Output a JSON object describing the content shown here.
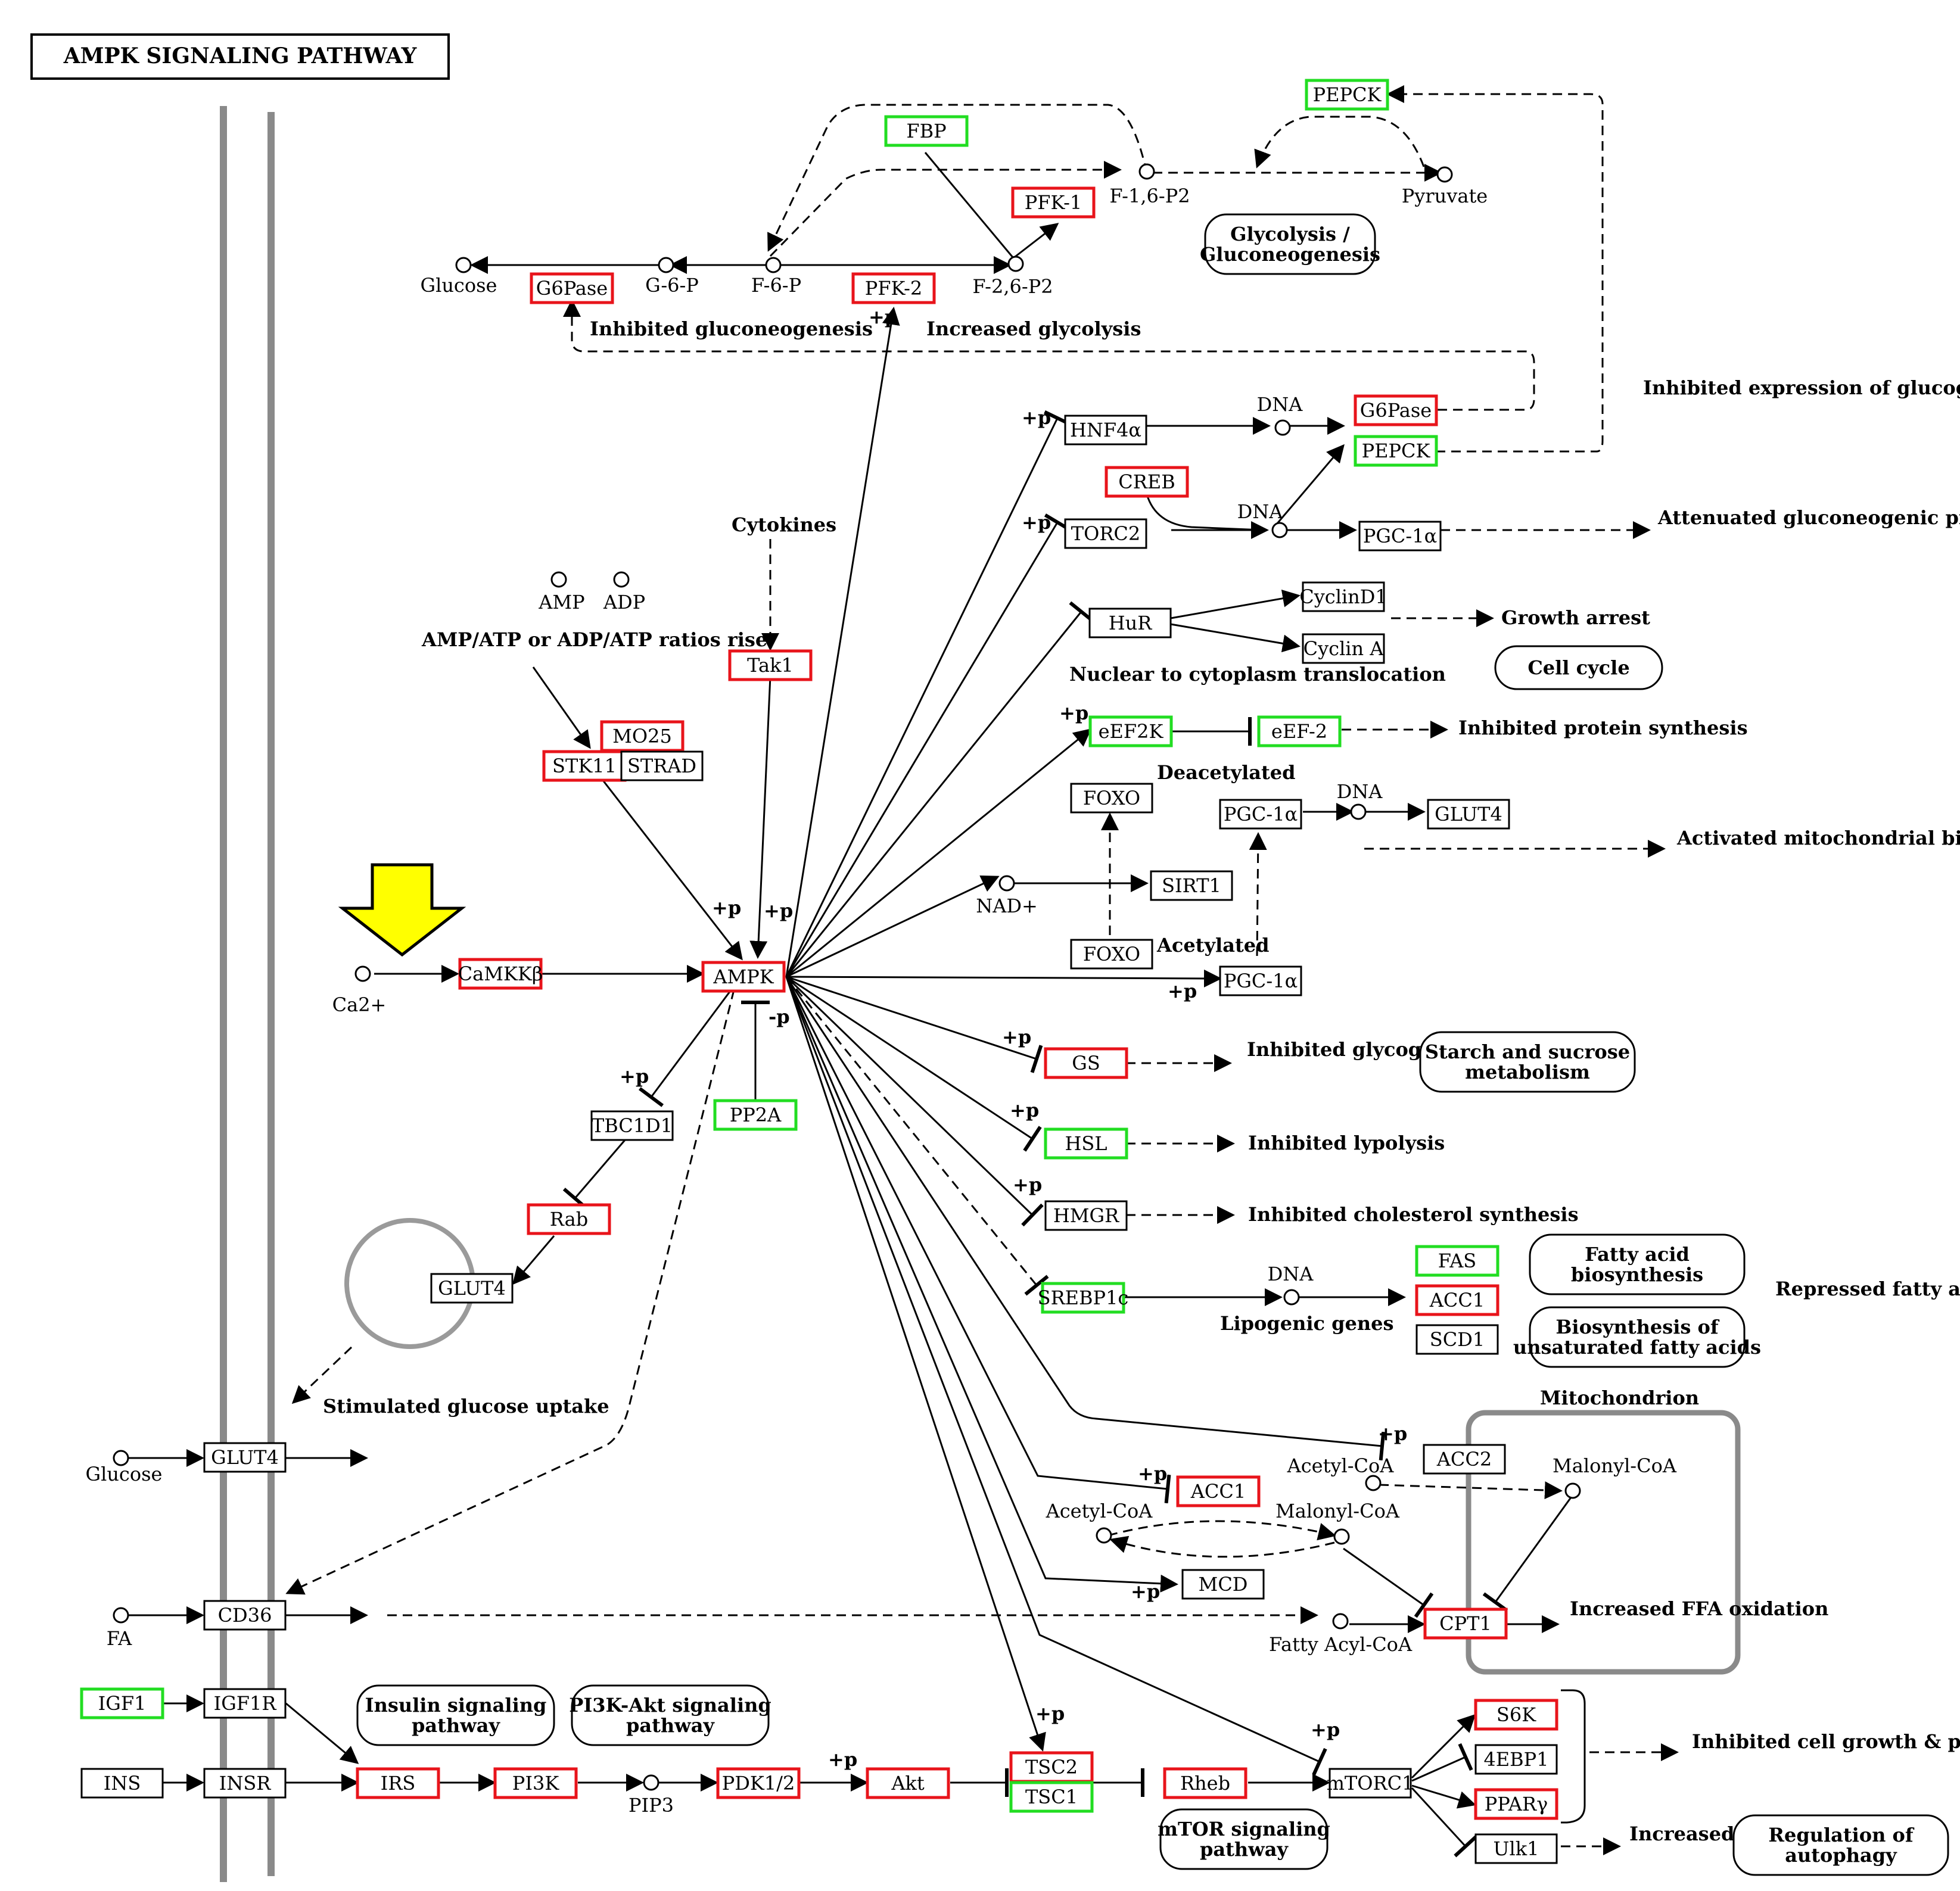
{
  "title": "AMPK SIGNALING PATHWAY",
  "colors": {
    "up": "#e8141b",
    "down": "#22dd22",
    "none": "#000000",
    "arrow": "#ffff00",
    "membrane": "#8a8a8a"
  },
  "genes": [
    {
      "id": "pepck1",
      "label": "PEPCK",
      "status": "down"
    },
    {
      "id": "fbp",
      "label": "FBP",
      "status": "down"
    },
    {
      "id": "pfk1",
      "label": "PFK-1",
      "status": "up"
    },
    {
      "id": "g6pase1",
      "label": "G6Pase",
      "status": "up"
    },
    {
      "id": "pfk2",
      "label": "PFK-2",
      "status": "up"
    },
    {
      "id": "hnf4",
      "label": "HNF4α",
      "status": "none"
    },
    {
      "id": "g6pase2",
      "label": "G6Pase",
      "status": "up"
    },
    {
      "id": "pepck2",
      "label": "PEPCK",
      "status": "down"
    },
    {
      "id": "creb",
      "label": "CREB",
      "status": "up"
    },
    {
      "id": "torc2",
      "label": "TORC2",
      "status": "none"
    },
    {
      "id": "pgc1",
      "label": "PGC-1α",
      "status": "none"
    },
    {
      "id": "hur",
      "label": "HuR",
      "status": "none"
    },
    {
      "id": "cycd1",
      "label": "CyclinD1",
      "status": "none"
    },
    {
      "id": "cyca",
      "label": "Cyclin A",
      "status": "none"
    },
    {
      "id": "eef2k",
      "label": "eEF2K",
      "status": "down"
    },
    {
      "id": "eef2",
      "label": "eEF-2",
      "status": "down"
    },
    {
      "id": "foxo1",
      "label": "FOXO",
      "status": "none"
    },
    {
      "id": "pgc2",
      "label": "PGC-1α",
      "status": "none"
    },
    {
      "id": "glut4b",
      "label": "GLUT4",
      "status": "none"
    },
    {
      "id": "sirt1",
      "label": "SIRT1",
      "status": "none"
    },
    {
      "id": "foxo2",
      "label": "FOXO",
      "status": "none"
    },
    {
      "id": "pgc3",
      "label": "PGC-1α",
      "status": "none"
    },
    {
      "id": "tak1",
      "label": "Tak1",
      "status": "up"
    },
    {
      "id": "mo25",
      "label": "MO25",
      "status": "up"
    },
    {
      "id": "stk11",
      "label": "STK11",
      "status": "up"
    },
    {
      "id": "strad",
      "label": "STRAD",
      "status": "none"
    },
    {
      "id": "camkk",
      "label": "CaMKKβ",
      "status": "up"
    },
    {
      "id": "ampk",
      "label": "AMPK",
      "status": "up"
    },
    {
      "id": "pp2a",
      "label": "PP2A",
      "status": "down"
    },
    {
      "id": "tbc",
      "label": "TBC1D1",
      "status": "none"
    },
    {
      "id": "rab",
      "label": "Rab",
      "status": "up"
    },
    {
      "id": "glut4v",
      "label": "GLUT4",
      "status": "none"
    },
    {
      "id": "gs",
      "label": "GS",
      "status": "up"
    },
    {
      "id": "hsl",
      "label": "HSL",
      "status": "down"
    },
    {
      "id": "hmgr",
      "label": "HMGR",
      "status": "none"
    },
    {
      "id": "srebp",
      "label": "SREBP1c",
      "status": "down"
    },
    {
      "id": "fas",
      "label": "FAS",
      "status": "down"
    },
    {
      "id": "acc1a",
      "label": "ACC1",
      "status": "up"
    },
    {
      "id": "scd1",
      "label": "SCD1",
      "status": "none"
    },
    {
      "id": "acc2",
      "label": "ACC2",
      "status": "none"
    },
    {
      "id": "acc1b",
      "label": "ACC1",
      "status": "up"
    },
    {
      "id": "mcd",
      "label": "MCD",
      "status": "none"
    },
    {
      "id": "cpt1",
      "label": "CPT1",
      "status": "up"
    },
    {
      "id": "glut4m",
      "label": "GLUT4",
      "status": "none"
    },
    {
      "id": "cd36",
      "label": "CD36",
      "status": "none"
    },
    {
      "id": "igf1",
      "label": "IGF1",
      "status": "down"
    },
    {
      "id": "igf1r",
      "label": "IGF1R",
      "status": "none"
    },
    {
      "id": "ins",
      "label": "INS",
      "status": "none"
    },
    {
      "id": "insr",
      "label": "INSR",
      "status": "none"
    },
    {
      "id": "irs",
      "label": "IRS",
      "status": "up"
    },
    {
      "id": "pi3k",
      "label": "PI3K",
      "status": "up"
    },
    {
      "id": "pdk",
      "label": "PDK1/2",
      "status": "up"
    },
    {
      "id": "akt",
      "label": "Akt",
      "status": "up"
    },
    {
      "id": "tsc2",
      "label": "TSC2",
      "status": "up"
    },
    {
      "id": "tsc1",
      "label": "TSC1",
      "status": "down"
    },
    {
      "id": "rheb",
      "label": "Rheb",
      "status": "up"
    },
    {
      "id": "mtorc1",
      "label": "mTORC1",
      "status": "none"
    },
    {
      "id": "s6k",
      "label": "S6K",
      "status": "up"
    },
    {
      "id": "4ebp1",
      "label": "4EBP1",
      "status": "none"
    },
    {
      "id": "ppar",
      "label": "PPARγ",
      "status": "up"
    },
    {
      "id": "ulk1",
      "label": "Ulk1",
      "status": "none"
    }
  ],
  "compounds": [
    {
      "id": "f16p2",
      "label": "F-1,6-P2"
    },
    {
      "id": "pyr",
      "label": "Pyruvate"
    },
    {
      "id": "glc1",
      "label": "Glucose"
    },
    {
      "id": "g6p",
      "label": "G-6-P"
    },
    {
      "id": "f6p",
      "label": "F-6-P"
    },
    {
      "id": "f26p2",
      "label": "F-2,6-P2"
    },
    {
      "id": "dna1",
      "label": "DNA"
    },
    {
      "id": "dna2",
      "label": "DNA"
    },
    {
      "id": "dna3",
      "label": "DNA"
    },
    {
      "id": "dna4",
      "label": "DNA"
    },
    {
      "id": "amp",
      "label": "AMP"
    },
    {
      "id": "adp",
      "label": "ADP"
    },
    {
      "id": "nad",
      "label": "NAD+"
    },
    {
      "id": "ca",
      "label": "Ca2+"
    },
    {
      "id": "acoa1",
      "label": "Acetyl-CoA"
    },
    {
      "id": "mcoa1",
      "label": "Malonyl-CoA"
    },
    {
      "id": "acoa2",
      "label": "Acetyl-CoA"
    },
    {
      "id": "mcoa2",
      "label": "Malonyl-CoA"
    },
    {
      "id": "faco",
      "label": "Fatty Acyl-CoA"
    },
    {
      "id": "glc2",
      "label": "Glucose"
    },
    {
      "id": "fa",
      "label": "FA"
    },
    {
      "id": "pip3",
      "label": "PIP3"
    }
  ],
  "pathways": [
    {
      "id": "glyco",
      "label": "Glycolysis / Gluconeogenesis"
    },
    {
      "id": "cellcycle",
      "label": "Cell cycle"
    },
    {
      "id": "starch",
      "label": "Starch and sucrose metabolism"
    },
    {
      "id": "fabio",
      "label": "Fatty acid biosynthesis"
    },
    {
      "id": "unsat",
      "label": "Biosynthesis of unsaturated fatty acids"
    },
    {
      "id": "insulin",
      "label": "Insulin signaling pathway"
    },
    {
      "id": "pi3kakt",
      "label": "PI3K-Akt signaling pathway"
    },
    {
      "id": "mtor",
      "label": "mTOR signaling pathway"
    },
    {
      "id": "autoph",
      "label": "Regulation of autophagy"
    }
  ],
  "notes": {
    "inhib_gluco": "Inhibited gluconeogenesis",
    "incr_glyco": "Increased glycolysis",
    "inhib_expr": "Inhibited expression of glucogenic genes",
    "atten_gluco": "Attenuated gluconeogenic programme",
    "growth_arrest": "Growth arrest",
    "nuc_cyto": "Nuclear to cytoplasm translocation",
    "inhib_protein": "Inhibited protein synthesis",
    "deacetylated": "Deacetylated",
    "acetylated": "Acetylated",
    "mito_bio": "Activated mitochondrial biogenesis",
    "cytokines": "Cytokines",
    "ratios": "AMP/ATP or ADP/ATP ratios rise",
    "inhib_glycogen": "Inhibited glycogen synthesis",
    "inhib_lipolysis": "Inhibited lypolysis",
    "inhib_chol": "Inhibited cholesterol synthesis",
    "lipogenic": "Lipogenic genes",
    "repressed_fa": "Repressed fatty acid synthesis",
    "mitochondrion": "Mitochondrion",
    "ffa_ox": "Increased FFA oxidation",
    "glucose_uptake": "Stimulated glucose uptake",
    "cell_growth": "Inhibited cell growth & protein synthesis",
    "incr_autophagy": "Increased autophagy"
  },
  "mods": {
    "plus_p": "+p",
    "minus_p": "-p"
  }
}
